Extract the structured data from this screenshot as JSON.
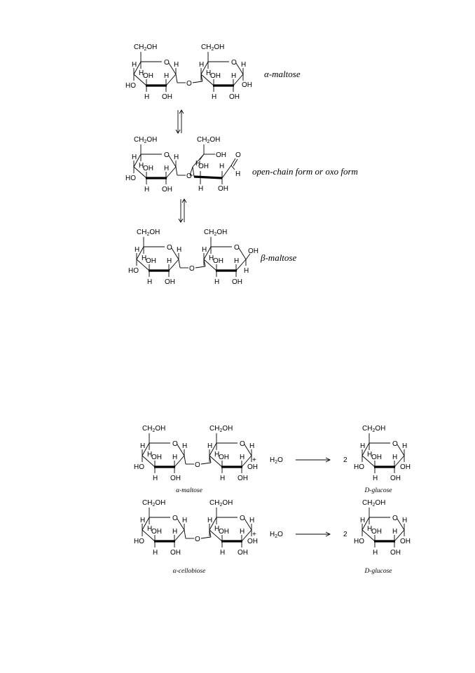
{
  "labels": {
    "ch2oh": "CH2OH",
    "oh": "OH",
    "ho": "HO",
    "h": "H",
    "o": "O",
    "water": "H2O"
  },
  "colors": {
    "anomeric_oh": "#d62828",
    "ink": "#000000"
  },
  "equilibrium": {
    "alpha_caption": "α-maltose",
    "open_caption": "open-chain form  or oxo form",
    "beta_caption": "β-maltose"
  },
  "hydrolysis": {
    "plus": "+",
    "coefficient": "2",
    "reaction1_reactant_caption": "α-maltose",
    "reaction1_product_caption": "D-glucose",
    "reaction2_reactant_caption": "α-cellobiose",
    "reaction2_product_caption": "D-glucose"
  }
}
